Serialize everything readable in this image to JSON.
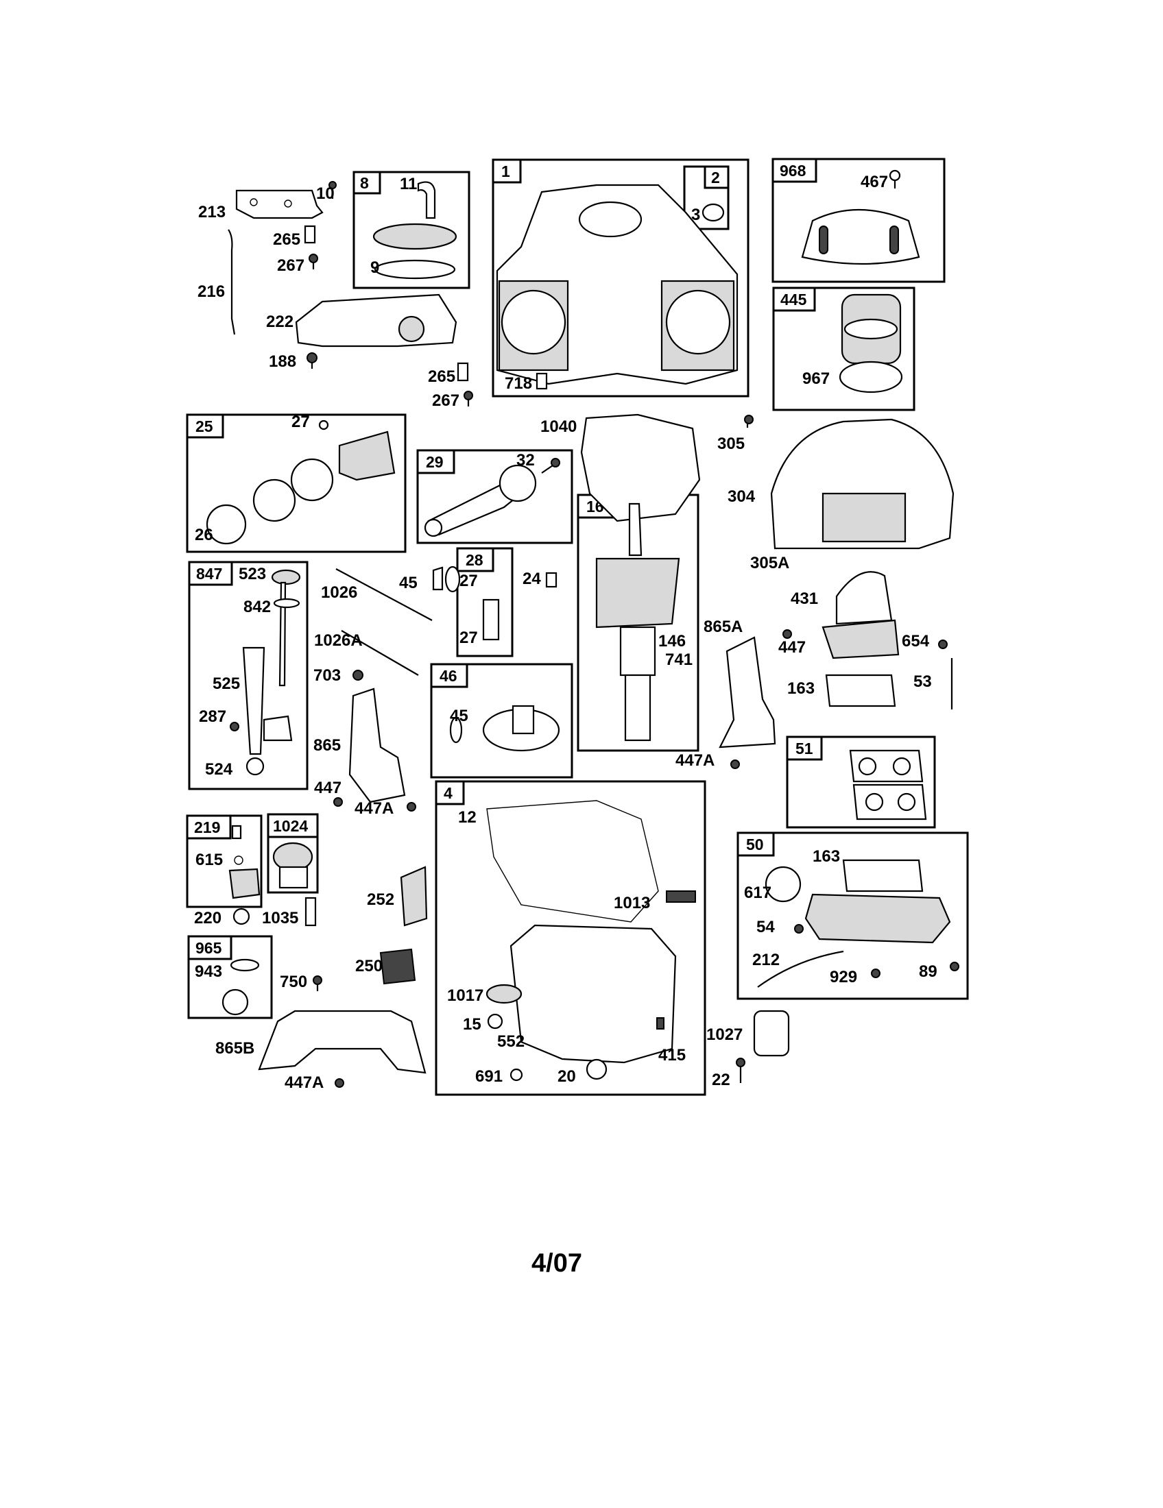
{
  "diagram": {
    "boxes": [
      {
        "tag": "1"
      },
      {
        "tag": "2"
      },
      {
        "tag": "8"
      },
      {
        "tag": "968"
      },
      {
        "tag": "445"
      },
      {
        "tag": "25"
      },
      {
        "tag": "29"
      },
      {
        "tag": "16"
      },
      {
        "tag": "847"
      },
      {
        "tag": "28"
      },
      {
        "tag": "46"
      },
      {
        "tag": "4"
      },
      {
        "tag": "51"
      },
      {
        "tag": "50"
      },
      {
        "tag": "219"
      },
      {
        "tag": "1024"
      },
      {
        "tag": "965"
      }
    ],
    "labels": [
      "213",
      "10",
      "265",
      "267",
      "216",
      "222",
      "188",
      "265",
      "267",
      "11",
      "9",
      "3",
      "718",
      "467",
      "967",
      "1040",
      "305",
      "304",
      "27",
      "26",
      "32",
      "523",
      "842",
      "525",
      "287",
      "524",
      "1026",
      "1026A",
      "45",
      "27",
      "27",
      "24",
      "703",
      "865",
      "447",
      "447A",
      "45",
      "146",
      "741",
      "865A",
      "447",
      "447A",
      "305A",
      "431",
      "654",
      "163",
      "53",
      "12",
      "1013",
      "1017",
      "15",
      "552",
      "415",
      "691",
      "20",
      "163",
      "617",
      "54",
      "212",
      "929",
      "89",
      "1027",
      "22",
      "615",
      "220",
      "1035",
      "252",
      "250",
      "943",
      "750",
      "865B",
      "447A"
    ],
    "footer": "4/07"
  }
}
